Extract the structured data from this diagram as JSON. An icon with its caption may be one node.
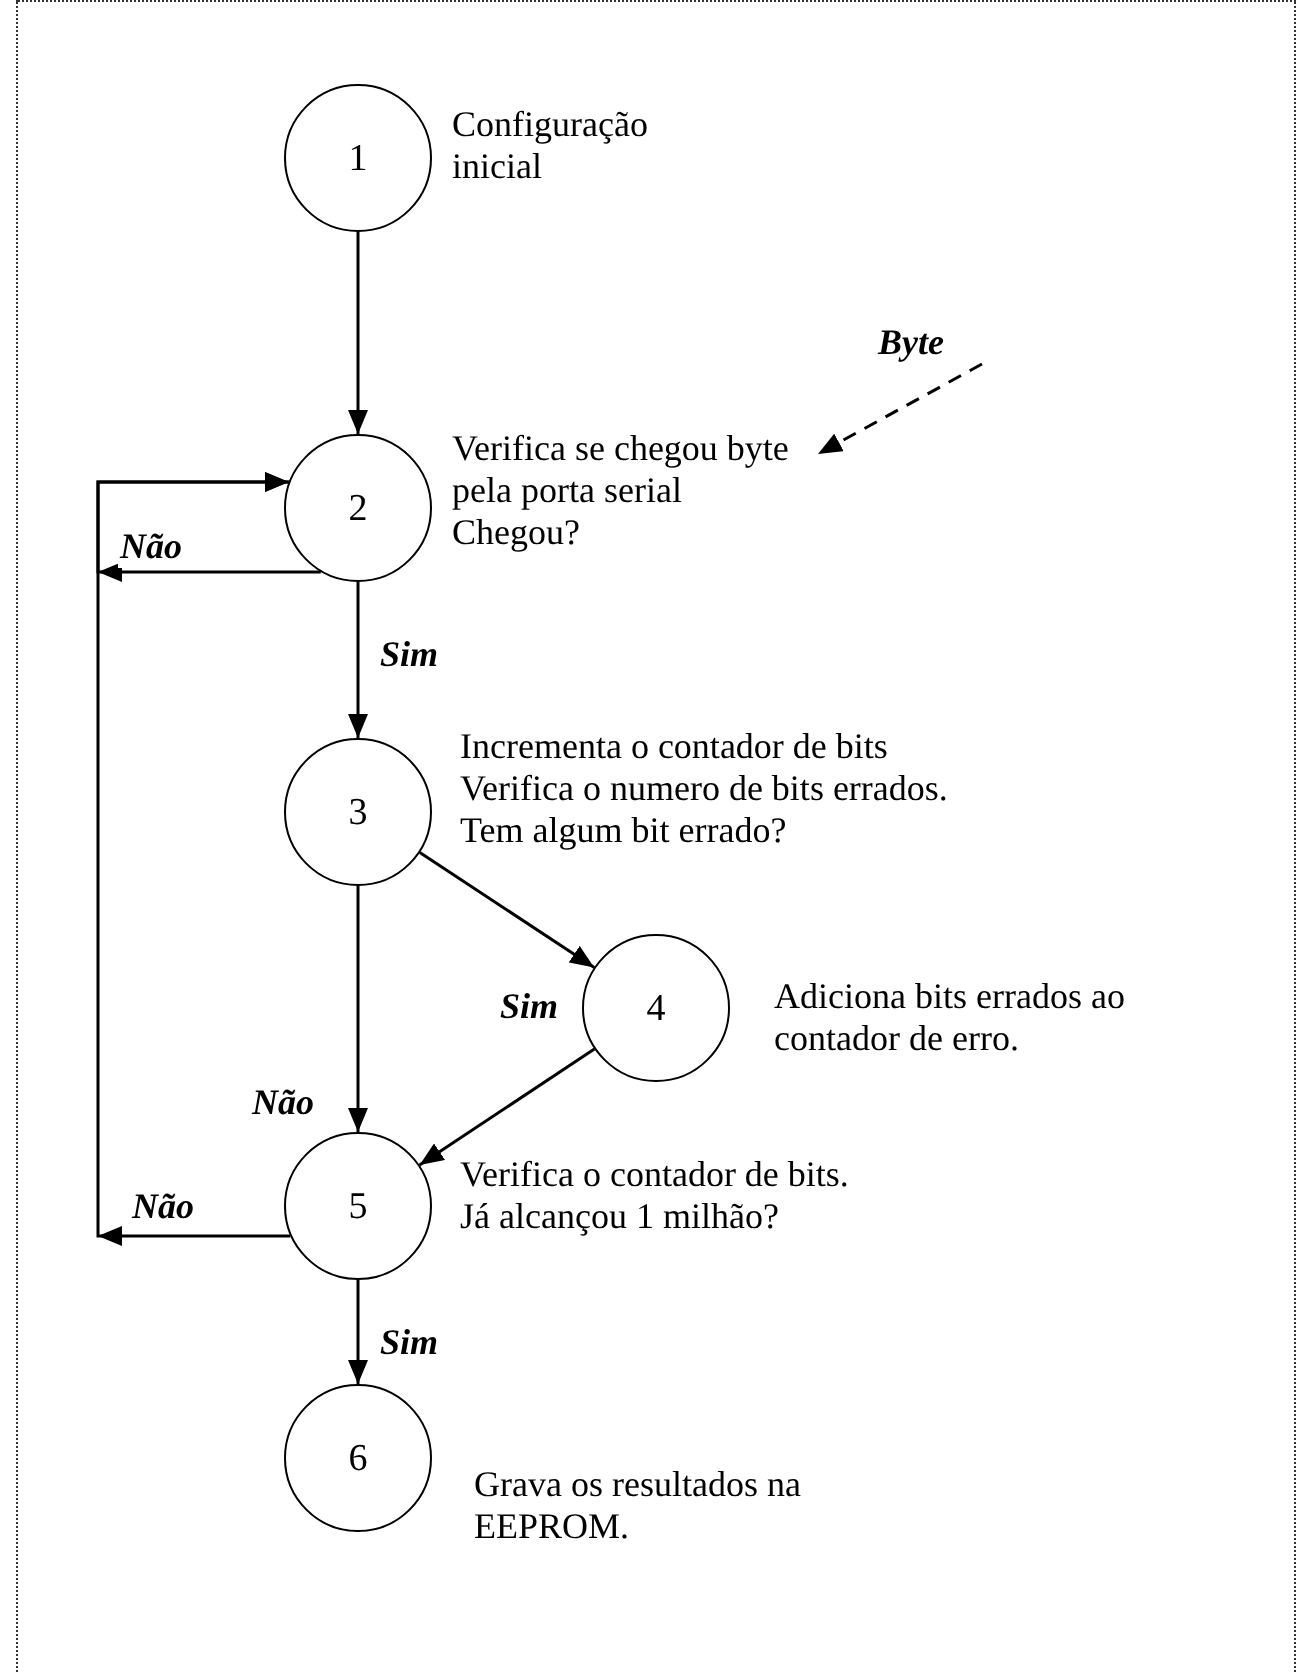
{
  "diagram": {
    "nodes": [
      {
        "text": [
          "1"
        ],
        "beside": [
          "Configuração inicial"
        ]
      },
      {
        "text": [
          "2"
        ],
        "beside": [
          "Verifica se chegou byte pela porta serial",
          "Chegou?"
        ]
      },
      {
        "text": [
          "3"
        ],
        "beside": [
          "Incrementa o contador de bits",
          "Verifica o numero de bits errados.",
          "Tem algum bit errado?"
        ]
      },
      {
        "text": [
          "4"
        ],
        "beside": [
          "Adiciona bits errados ao contador de erro."
        ]
      },
      {
        "text": [
          "5"
        ],
        "beside": [
          "Verifica o contador de bits.",
          "Já alcançou 1 milhão?"
        ]
      },
      {
        "text": [
          "6"
        ],
        "beside": [
          "Grava os resultados na EEPROM."
        ]
      },
      {
        "text": [
          "Byte"
        ]
      }
    ],
    "edges": [
      {
        "from": 0,
        "to": 1,
        "arrow": "to"
      },
      {
        "from": 1,
        "to": 1,
        "arrow": "to",
        "label": "Não"
      },
      {
        "from": 1,
        "to": 2,
        "arrow": "to",
        "label": "Sim"
      },
      {
        "from": 2,
        "to": 3,
        "arrow": "to",
        "label": "Sim"
      },
      {
        "from": 2,
        "to": 4,
        "arrow": "to",
        "label": "Não"
      },
      {
        "from": 3,
        "to": 4,
        "arrow": "to"
      },
      {
        "from": 4,
        "to": 1,
        "arrow": "to",
        "label": "Não"
      },
      {
        "from": 4,
        "to": 5,
        "arrow": "to",
        "label": "Sim"
      },
      {
        "from": 6,
        "to": 1,
        "arrow": "to",
        "style": "dashed"
      }
    ]
  }
}
